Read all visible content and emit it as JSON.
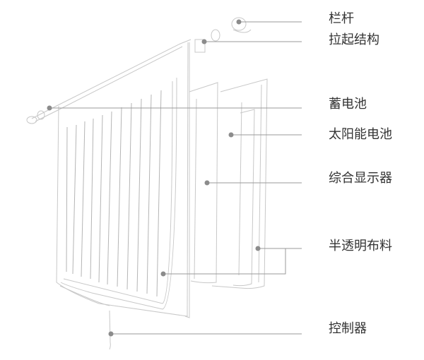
{
  "labels": {
    "railing": "栏杆",
    "pull_up_structure": "拉起结构",
    "battery": "蓄电池",
    "solar_cell": "太阳能电池",
    "integrated_display": "综合显示器",
    "translucent_fabric": "半透明布料",
    "controller": "控制器"
  },
  "colors": {
    "line": "#9a9a9a",
    "dot": "#8c8c8c",
    "text": "#333333"
  }
}
